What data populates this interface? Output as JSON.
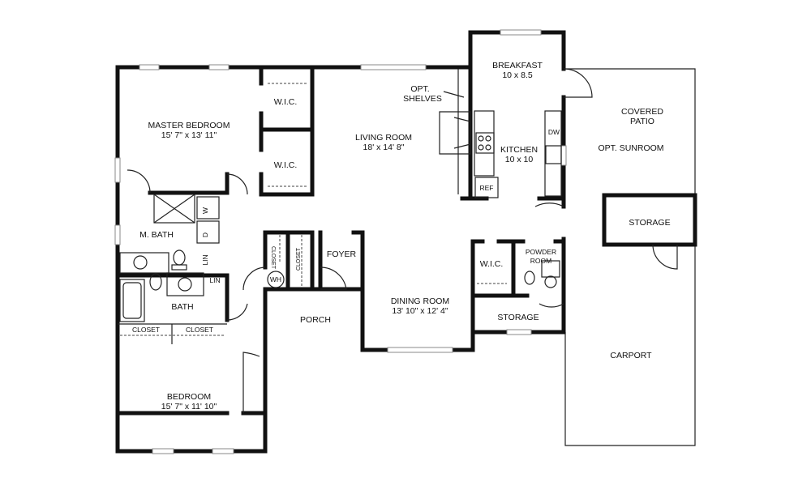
{
  "rooms": {
    "master_bedroom": {
      "name": "MASTER BEDROOM",
      "size": "15' 7\" x 13' 11\""
    },
    "wic1": "W.I.C.",
    "wic2": "W.I.C.",
    "living_room": {
      "name": "LIVING ROOM",
      "size": "18' x 14' 8\""
    },
    "opt_shelves": [
      "OPT.",
      "SHELVES"
    ],
    "breakfast": {
      "name": "BREAKFAST",
      "size": "10 x 8.5"
    },
    "kitchen": {
      "name": "KITCHEN",
      "size": "10 x 10"
    },
    "dw": "DW",
    "ref": "REF",
    "covered_patio": [
      "COVERED",
      "PATIO"
    ],
    "opt_sunroom": "OPT. SUNROOM",
    "storage_patio": "STORAGE",
    "m_bath": "M. BATH",
    "washer": "W",
    "dryer": "D",
    "lin1": "LIN",
    "lin2": "LIN",
    "closet_v1": "CLOSET",
    "closet_v2": "CLOSET",
    "wh": "WH",
    "foyer": "FOYER",
    "wic3": "W.I.C.",
    "powder_room": [
      "POWDER",
      "ROOM"
    ],
    "bath": "BATH",
    "closet_h1": "CLOSET",
    "closet_h2": "CLOSET",
    "porch": "PORCH",
    "dining_room": {
      "name": "DINING ROOM",
      "size": "13' 10\" x 12' 4\""
    },
    "storage": "STORAGE",
    "carport": "CARPORT",
    "bedroom": {
      "name": "BEDROOM",
      "size": "15' 7\" x 11' 10\""
    }
  }
}
